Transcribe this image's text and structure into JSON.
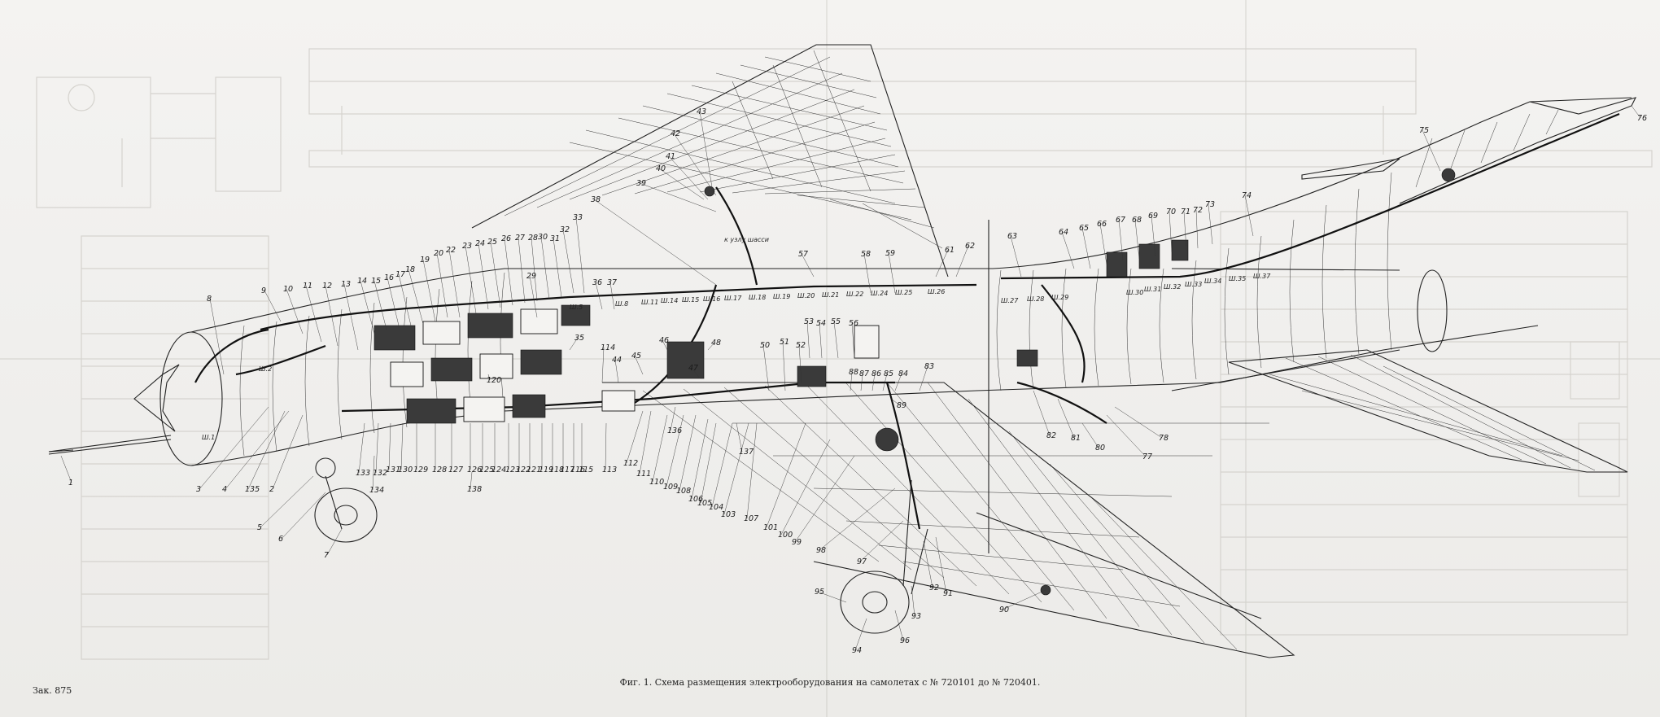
{
  "figure": {
    "caption": "Фиг. 1. Схема размещения электрооборудования на самолетах с № 720101 до № 720401.",
    "order_number": "Зак. 875"
  },
  "notes": {
    "n1": "к узлу шасси"
  },
  "callouts": [
    "1",
    "2",
    "3",
    "4",
    "5",
    "6",
    "7",
    "8",
    "9",
    "10",
    "11",
    "12",
    "13",
    "14",
    "15",
    "16",
    "17",
    "18",
    "19",
    "20",
    "22",
    "23",
    "24",
    "25",
    "26",
    "27",
    "28",
    "29",
    "30",
    "31",
    "32",
    "33",
    "35",
    "36",
    "37",
    "38",
    "39",
    "40",
    "41",
    "42",
    "43",
    "44",
    "45",
    "46",
    "47",
    "48",
    "50",
    "51",
    "52",
    "53",
    "54",
    "55",
    "56",
    "57",
    "58",
    "59",
    "61",
    "62",
    "63",
    "64",
    "65",
    "66",
    "67",
    "68",
    "69",
    "70",
    "71",
    "72",
    "73",
    "74",
    "75",
    "76",
    "77",
    "78",
    "80",
    "81",
    "82",
    "83",
    "84",
    "85",
    "86",
    "87",
    "88",
    "89",
    "90",
    "91",
    "92",
    "93",
    "94",
    "95",
    "96",
    "97",
    "98",
    "99",
    "100",
    "101",
    "103",
    "104",
    "105",
    "106",
    "107",
    "108",
    "109",
    "110",
    "111",
    "112",
    "113",
    "114",
    "115",
    "116",
    "117",
    "118",
    "119",
    "120",
    "121",
    "122",
    "123",
    "124",
    "125",
    "126",
    "127",
    "128",
    "129",
    "130",
    "131",
    "132",
    "133",
    "134",
    "135",
    "136",
    "137",
    "138"
  ],
  "connectors": [
    "Ш.1",
    "Ш.2",
    "Ш.5",
    "Ш.8",
    "Ш.11",
    "Ш.14",
    "Ш.15",
    "Ш.16",
    "Ш.17",
    "Ш.18",
    "Ш.19",
    "Ш.20",
    "Ш.21",
    "Ш.22",
    "Ш.24",
    "Ш.25",
    "Ш.26",
    "Ш.27",
    "Ш.28",
    "Ш.29",
    "Ш.30",
    "Ш.31",
    "Ш.32",
    "Ш.33",
    "Ш.34",
    "Ш.35",
    "Ш.37"
  ],
  "colors": {
    "paper": "#f1f0ee",
    "ink": "#1a1a1a",
    "ghost": "#d5d3ce"
  }
}
